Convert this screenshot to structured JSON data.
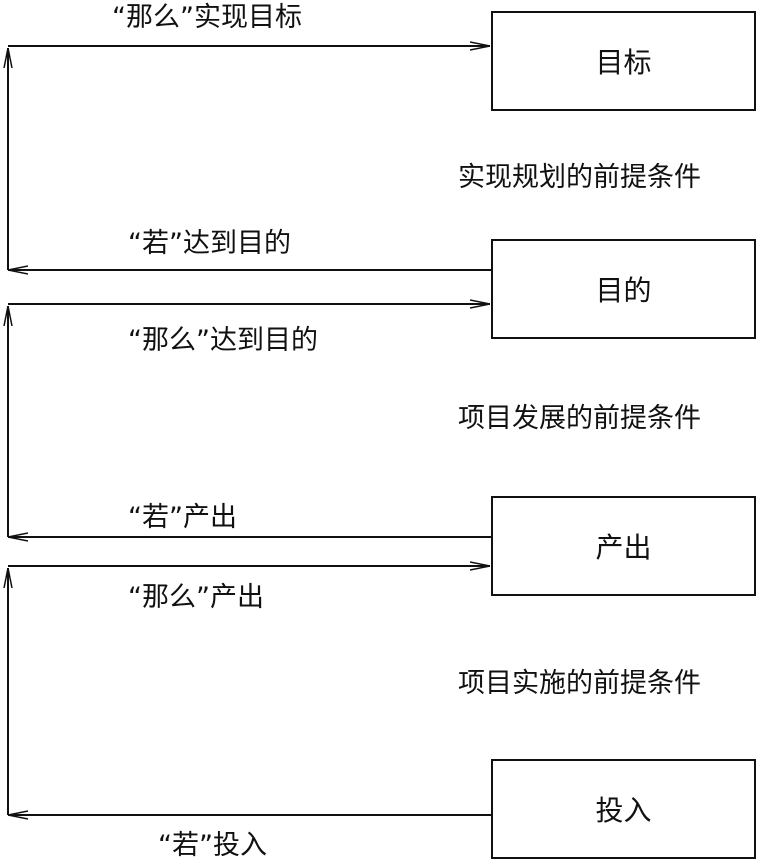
{
  "boxes": {
    "goal": "目标",
    "purpose": "目的",
    "output": "产出",
    "input": "投入"
  },
  "arrows": {
    "then_goal": "“那么”实现目标",
    "if_purpose": "“若”达到目的",
    "then_purpose": "“那么”达到目的",
    "if_output": "“若”产出",
    "then_output": "“那么”产出",
    "if_input": "“若”投入"
  },
  "assumptions": {
    "planning": "实现规划的前提条件",
    "development": "项目发展的前提条件",
    "implementation": "项目实施的前提条件"
  }
}
